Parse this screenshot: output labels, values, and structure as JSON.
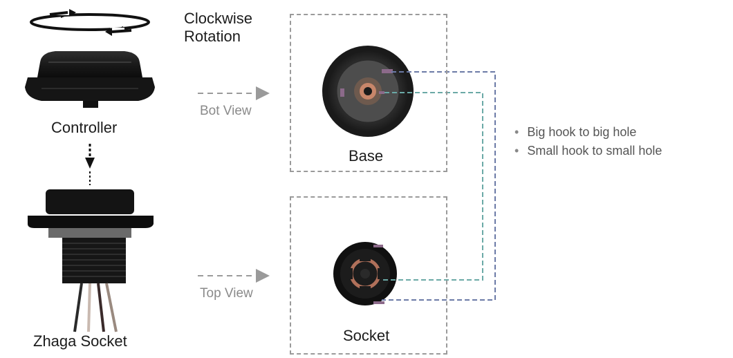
{
  "left": {
    "rotation_label_line1": "Clockwise",
    "rotation_label_line2": "Rotation",
    "controller_label": "Controller",
    "socket_label": "Zhaga Socket"
  },
  "views": {
    "bottom_label": "Bot View",
    "top_label": "Top View"
  },
  "boxes": {
    "base_label": "Base",
    "socket_label": "Socket"
  },
  "notes": [
    "Big hook to big hole",
    "Small hook to small hole"
  ],
  "colors": {
    "big_hook_line": "#6b7aa6",
    "small_hook_line": "#6aa9a6",
    "dashed_box": "#9a9a9a",
    "arrow_gray": "#9a9a9a"
  }
}
